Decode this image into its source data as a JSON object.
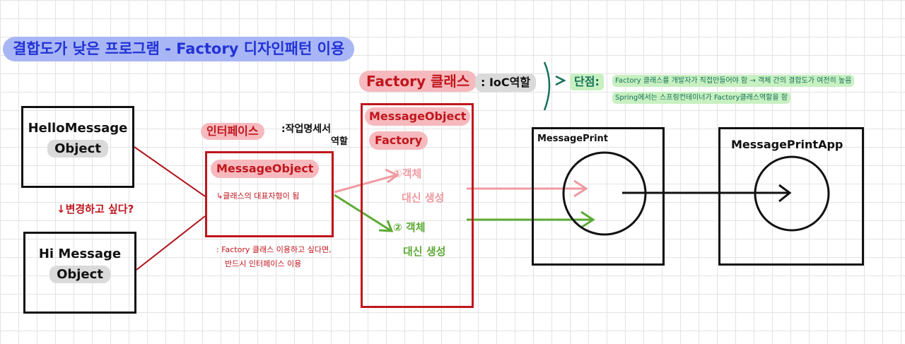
{
  "title": "결합도가 낮은 프로그램 - Factory 디자인패턴 이용",
  "hello_object": {
    "line1": "HelloMessage",
    "line2": "Object"
  },
  "hi_object": {
    "line1": "Hi Message",
    "line2": "Object"
  },
  "change_note": "↓변경하고 싶다?",
  "interface_label": "인터페이스",
  "interface_role_1": ":작업명세서",
  "interface_role_2": "역할",
  "message_object": {
    "name": "MessageObject",
    "desc": "↳클래스의 대표자형이 됨"
  },
  "factory_note_1": ": Factory 클래스 이용하고 싶다면,",
  "factory_note_2": "반드시 인터페이스 이용",
  "factory_class_label": "Factory 클래스",
  "ioc_label": ": IoC역할",
  "factory_box": {
    "name1": "MessageObject",
    "name2": "Factory",
    "item1_line1": "①객체",
    "item1_line2": "대신 생성",
    "item2_line1": "② 객체",
    "item2_line2": "대신 생성"
  },
  "disadvantage_label": "단점:",
  "disadvantage_line1": "Factory 클래스를 개발자가 직접만들어야 함 → 객체 간의 결합도가 여전히 높음",
  "disadvantage_line2": "Spring에서는 스프링컨테이너가 Factory클래스역할을 함",
  "message_print": "MessagePrint",
  "message_print_app": "MessagePrintApp",
  "colors": {
    "red": "#c0161d",
    "pink": "#ef9aa1",
    "green": "#5daa35",
    "blue": "#2233d6",
    "title_bg": "#a9b6f5"
  }
}
